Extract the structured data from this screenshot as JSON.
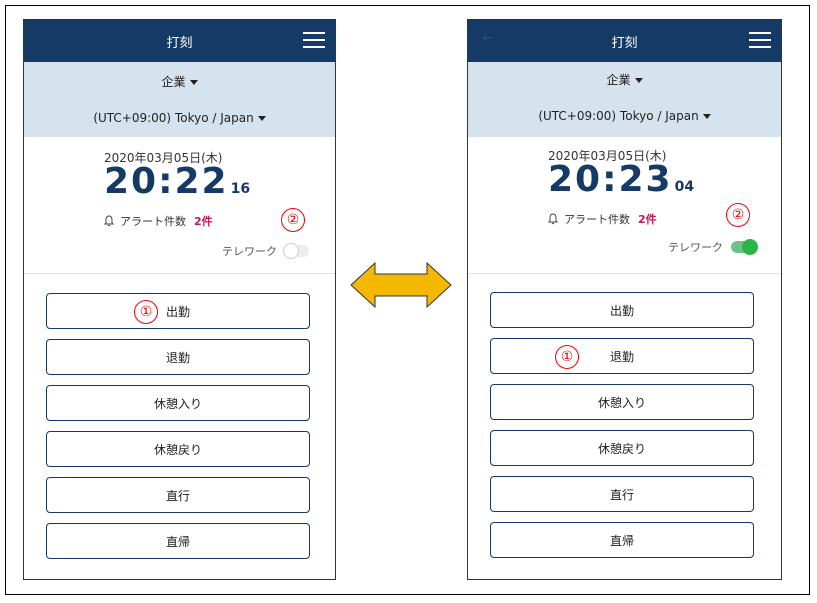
{
  "left": {
    "header": {
      "title": "打刻"
    },
    "company": {
      "label": "企業"
    },
    "timezone": {
      "label": "(UTC+09:00) Tokyo / Japan"
    },
    "clock": {
      "date": "2020年03月05日(木)",
      "time": "20:22",
      "seconds": "16"
    },
    "alert": {
      "label": "アラート件数",
      "count": "2件"
    },
    "telework": {
      "label": "テレワーク",
      "on": false
    },
    "buttons": [
      "出勤",
      "退勤",
      "休憩入り",
      "休憩戻り",
      "直行",
      "直帰"
    ],
    "markers": {
      "one": "①",
      "two": "②"
    }
  },
  "right": {
    "header": {
      "title": "打刻"
    },
    "company": {
      "label": "企業"
    },
    "timezone": {
      "label": "(UTC+09:00) Tokyo / Japan"
    },
    "clock": {
      "date": "2020年03月05日(木)",
      "time": "20:23",
      "seconds": "04"
    },
    "alert": {
      "label": "アラート件数",
      "count": "2件"
    },
    "telework": {
      "label": "テレワーク",
      "on": true
    },
    "buttons": [
      "出勤",
      "退勤",
      "休憩入り",
      "休憩戻り",
      "直行",
      "直帰"
    ],
    "markers": {
      "one": "①",
      "two": "②"
    }
  },
  "colors": {
    "header": "#163a66",
    "subbar": "#d5e3ee",
    "alert_count": "#c2185b",
    "toggle_on": "#2bb548",
    "arrow": "#f5b800",
    "marker": "#e00000"
  }
}
